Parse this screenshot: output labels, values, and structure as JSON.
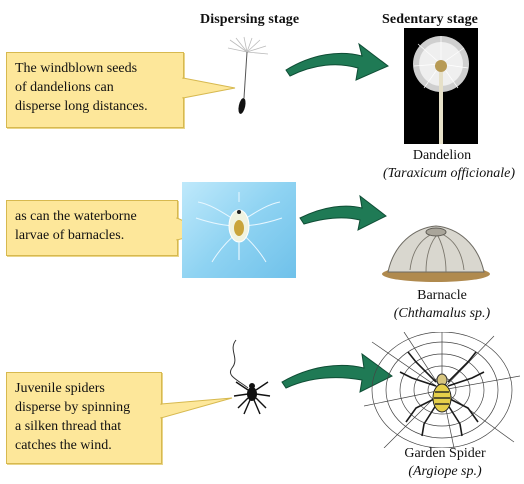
{
  "headers": {
    "dispersing": "Dispersing stage",
    "sedentary": "Sedentary stage"
  },
  "rows": [
    {
      "callout": [
        "The windblown seeds",
        "of dandelions can",
        "disperse long distances."
      ],
      "common_name": "Dandelion",
      "scientific_name": "(Taraxicum officionale)"
    },
    {
      "callout": [
        "as can the waterborne",
        "larvae of barnacles."
      ],
      "common_name": "Barnacle",
      "scientific_name": "(Chthamalus sp.)"
    },
    {
      "callout": [
        "Juvenile spiders",
        "disperse by spinning",
        "a silken thread that",
        "catches the wind."
      ],
      "common_name": "Garden Spider",
      "scientific_name": "(Argiope sp.)"
    }
  ],
  "colors": {
    "callout_fill": "#fde79a",
    "arrow_green": "#1f7a55",
    "water_blue": "#8fd3f2"
  }
}
